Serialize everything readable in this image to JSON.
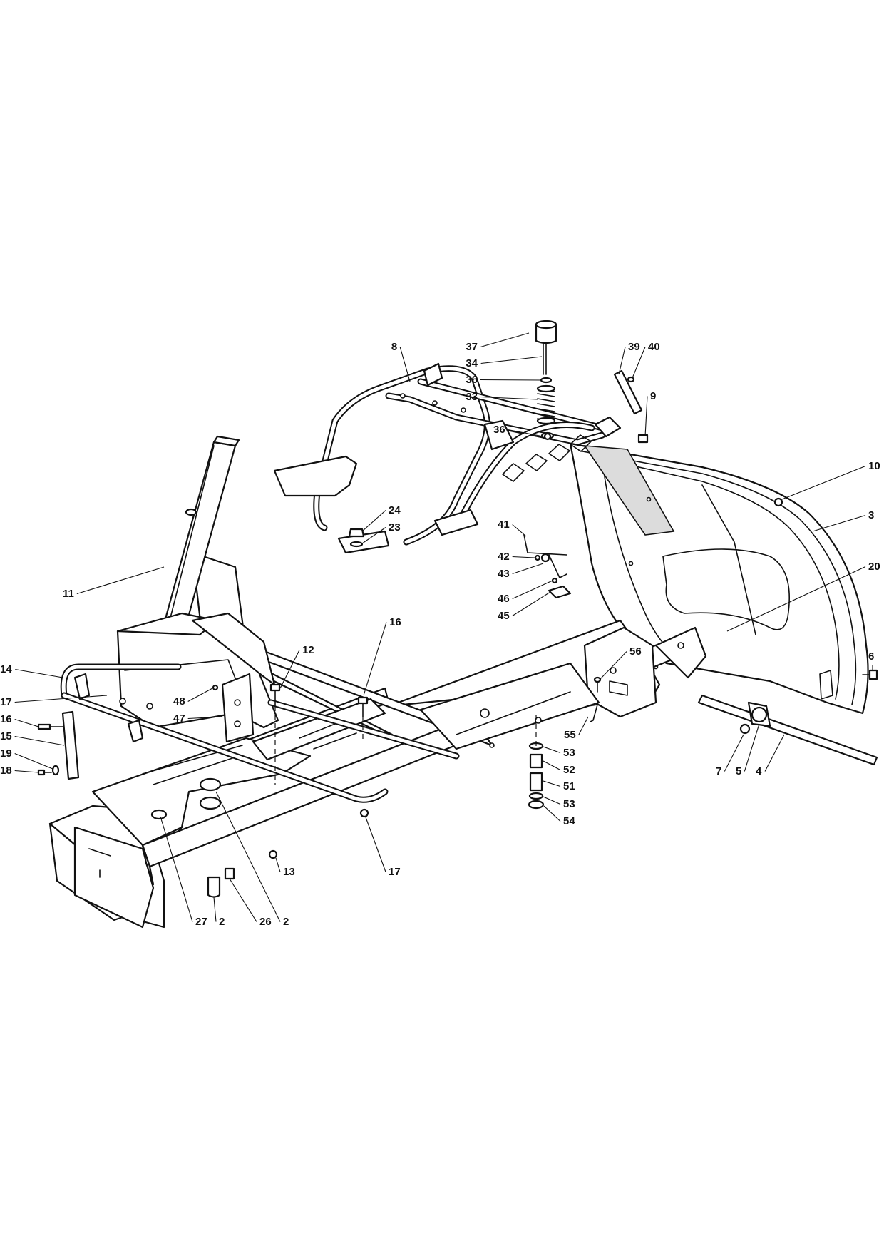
{
  "callouts": [
    {
      "id": "c37",
      "label": "37"
    },
    {
      "id": "c34",
      "label": "34"
    },
    {
      "id": "c36a",
      "label": "36"
    },
    {
      "id": "c33",
      "label": "33"
    },
    {
      "id": "c36b",
      "label": "36"
    },
    {
      "id": "c8",
      "label": "8"
    },
    {
      "id": "c39",
      "label": "39"
    },
    {
      "id": "c40",
      "label": "40"
    },
    {
      "id": "c9",
      "label": "9"
    },
    {
      "id": "c10",
      "label": "10"
    },
    {
      "id": "c3",
      "label": "3"
    },
    {
      "id": "c20",
      "label": "20"
    },
    {
      "id": "c6",
      "label": "6"
    },
    {
      "id": "c24",
      "label": "24"
    },
    {
      "id": "c23",
      "label": "23"
    },
    {
      "id": "c41",
      "label": "41"
    },
    {
      "id": "c42",
      "label": "42"
    },
    {
      "id": "c43",
      "label": "43"
    },
    {
      "id": "c46",
      "label": "46"
    },
    {
      "id": "c45",
      "label": "45"
    },
    {
      "id": "c11",
      "label": "11"
    },
    {
      "id": "c12",
      "label": "12"
    },
    {
      "id": "c16a",
      "label": "16"
    },
    {
      "id": "c56",
      "label": "56"
    },
    {
      "id": "c14",
      "label": "14"
    },
    {
      "id": "c17a",
      "label": "17"
    },
    {
      "id": "c48",
      "label": "48"
    },
    {
      "id": "c47",
      "label": "47"
    },
    {
      "id": "c16b",
      "label": "16"
    },
    {
      "id": "c15",
      "label": "15"
    },
    {
      "id": "c19",
      "label": "19"
    },
    {
      "id": "c18",
      "label": "18"
    },
    {
      "id": "c55",
      "label": "55"
    },
    {
      "id": "c53a",
      "label": "53"
    },
    {
      "id": "c52",
      "label": "52"
    },
    {
      "id": "c51",
      "label": "51"
    },
    {
      "id": "c53b",
      "label": "53"
    },
    {
      "id": "c54",
      "label": "54"
    },
    {
      "id": "c7",
      "label": "7"
    },
    {
      "id": "c5",
      "label": "5"
    },
    {
      "id": "c4",
      "label": "4"
    },
    {
      "id": "c13",
      "label": "13"
    },
    {
      "id": "c17b",
      "label": "17"
    },
    {
      "id": "c27",
      "label": "27"
    },
    {
      "id": "c2a",
      "label": "2"
    },
    {
      "id": "c26",
      "label": "26"
    },
    {
      "id": "c2b",
      "label": "2"
    }
  ]
}
